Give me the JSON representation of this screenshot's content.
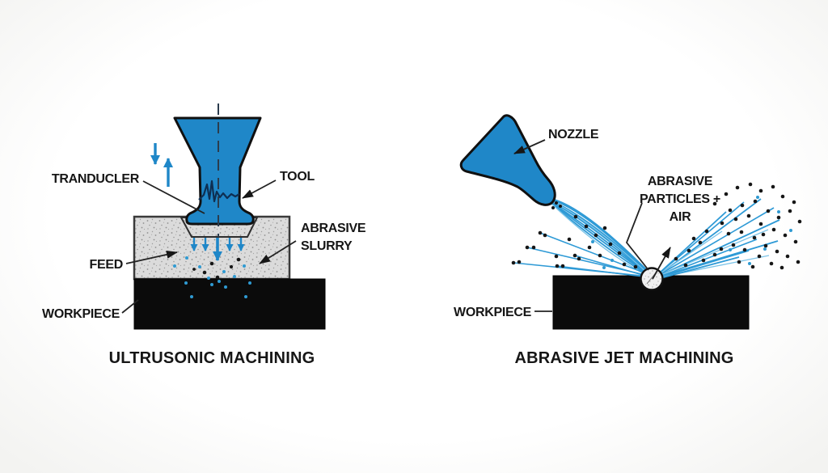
{
  "figure": {
    "description_left": "Ultrasonic machining diagram",
    "description_right": "Abrasive jet machining diagram"
  },
  "colors": {
    "tool_blue": "#1f87c8",
    "jet_blue": "#2e9ad6",
    "jet_blue_light": "#7cc4e8",
    "slurry_gray": "#dbdbdb",
    "workpiece_black": "#0b0b0b",
    "ink": "#161616"
  },
  "left": {
    "title": "ULTRUSONIC MACHINING",
    "labels": {
      "transducer": "TRANDUCLER",
      "tool": "TOOL",
      "abrasive_line1": "ABRASIVE",
      "abrasive_line2": "SLURRY",
      "feed": "FEED",
      "workpiece": "WORKPIECE"
    }
  },
  "right": {
    "title": "ABRASIVE JET MACHINING",
    "labels": {
      "nozzle": "NOZZLE",
      "particles_line1": "ABRASIVE",
      "particles_line2": "PARTICLES +",
      "particles_line3": "AIR",
      "workpiece": "WORKPIECE"
    }
  }
}
